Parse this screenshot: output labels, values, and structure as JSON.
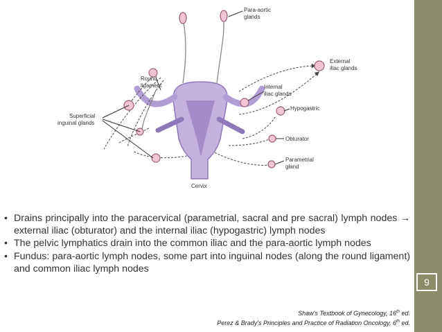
{
  "diagram": {
    "labels": {
      "para_aortic": [
        "Para-aortic",
        "glands"
      ],
      "external_iliac": [
        "External",
        "iliac glands"
      ],
      "round_ligament": [
        "Round",
        "ligament"
      ],
      "internal_iliac": [
        "Internal",
        "iliac glands"
      ],
      "hypogastric": "Hypogastric",
      "superficial_inguinal": [
        "Superficial",
        "inguinal glands"
      ],
      "obturator": "Obturator",
      "parametrial": [
        "Parametrial",
        "gland"
      ],
      "cervix": "Cervix"
    }
  },
  "bullets": [
    {
      "before_arrow": "Drains principally into the paracervical (parametrial, sacral and pre sacral) lymph nodes ",
      "arrow": "→",
      "after_arrow": " external iliac (obturator) and the internal iliac (hypogastric) lymph nodes"
    },
    {
      "text": "The pelvic lymphatics drain into the common iliac and the para-aortic lymph nodes"
    },
    {
      "text": "Fundus: para-aortic lymph nodes, some part into inguinal nodes (along the round ligament) and common iliac lymph nodes"
    }
  ],
  "bullet_symbol": "•",
  "references": {
    "ref1_main": "Shaw's Textbook of Gynecology, 16",
    "ref1_sup": "th",
    "ref1_end": " ed.",
    "ref2_main": "Perez & Brady's Principles and Practice of Radiation Oncology, 6",
    "ref2_sup": "th",
    "ref2_end": " ed."
  },
  "page_number": "9",
  "colors": {
    "sidebar": "#8b8a6a",
    "uterus": "#b9a6d4",
    "uterus_dark": "#8f78b8",
    "node_fill": "#f3c6d6",
    "node_stroke": "#9a5f7e"
  }
}
